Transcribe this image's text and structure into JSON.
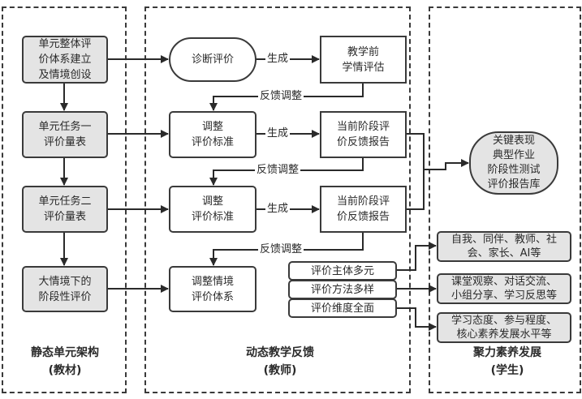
{
  "panels": {
    "left": {
      "title": "静态单元架构\n(教材)"
    },
    "center": {
      "title": "动态教学反馈\n(教师)"
    },
    "right": {
      "title": "聚力素养发展\n(学生)"
    }
  },
  "left_nodes": [
    "单元整体评\n价体系建立\n及情境创设",
    "单元任务一\n评价量表",
    "单元任务二\n评价量表",
    "大情境下的\n阶段性评价"
  ],
  "center_nodes": [
    "诊断评价",
    "调整\n评价标准",
    "调整\n评价标准",
    "调整情境\n评价体系"
  ],
  "report_nodes": [
    "教学前\n学情评估",
    "当前阶段评\n价反馈报告",
    "当前阶段评\n价反馈报告"
  ],
  "edge_labels": {
    "generate": "生成",
    "feedback": "反馈调整"
  },
  "library_node": "关键表现\n典型作业\n阶段性测试\n评价报告库",
  "eval_aspects": [
    "评价主体多元",
    "评价方法多样",
    "评价维度全面"
  ],
  "aspect_details": [
    "自我、同伴、教师、社\n会、家长、AI等",
    "课堂观察、对话交流、\n小组分享、学习反思等",
    "学习态度、参与程度、\n核心素养发展水平等"
  ]
}
